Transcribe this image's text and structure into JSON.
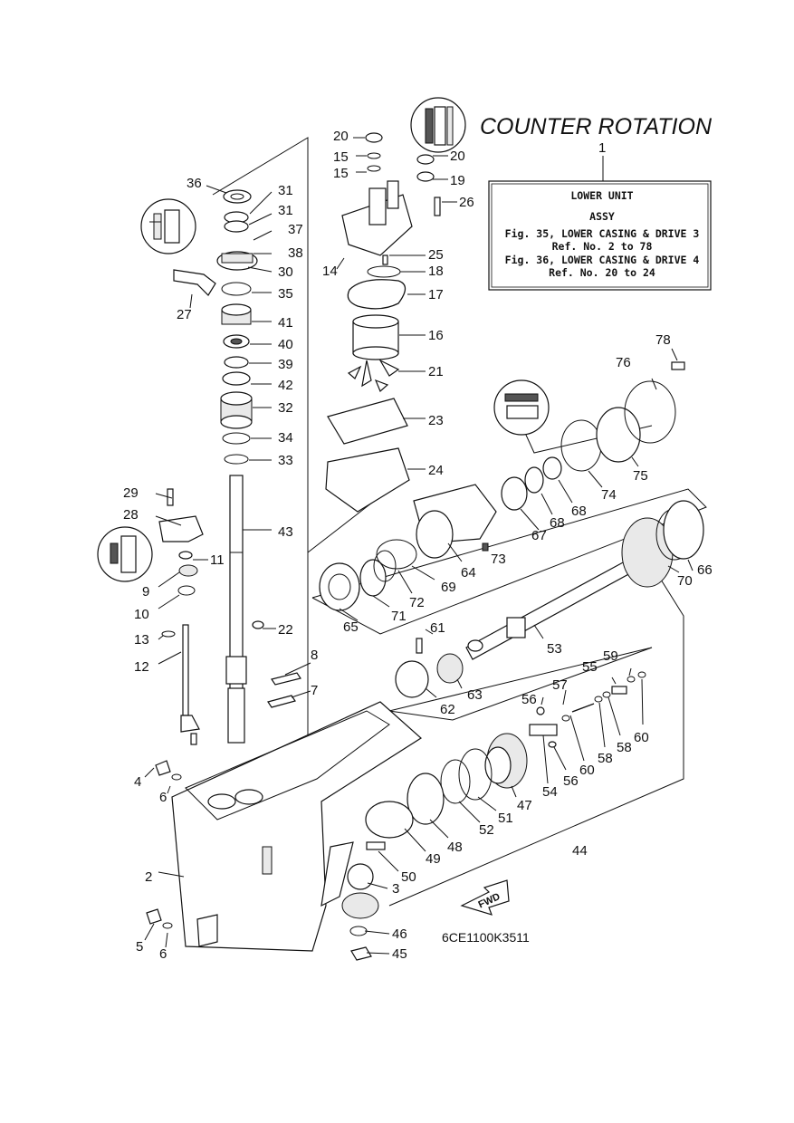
{
  "title": "COUNTER ROTATION",
  "assy_ref": "1",
  "info_box": {
    "line1": "LOWER UNIT",
    "line2": "ASSY",
    "line3": "Fig. 35, LOWER CASING & DRIVE 3",
    "line4": "Ref. No. 2 to 78",
    "line5": "Fig. 36, LOWER CASING & DRIVE 4",
    "line6": "Ref. No. 20 to 24"
  },
  "diagram_code": "6CE1100K3511",
  "direction_label": "FWD",
  "callouts": [
    "2",
    "3",
    "4",
    "5",
    "6",
    "6",
    "7",
    "8",
    "9",
    "10",
    "11",
    "12",
    "13",
    "14",
    "15",
    "15",
    "16",
    "17",
    "18",
    "19",
    "20",
    "20",
    "21",
    "22",
    "23",
    "24",
    "25",
    "26",
    "27",
    "28",
    "29",
    "30",
    "31",
    "31",
    "32",
    "33",
    "34",
    "35",
    "36",
    "37",
    "38",
    "39",
    "40",
    "41",
    "42",
    "43",
    "44",
    "45",
    "46",
    "47",
    "48",
    "49",
    "50",
    "51",
    "52",
    "53",
    "54",
    "55",
    "56",
    "56",
    "57",
    "58",
    "58",
    "59",
    "60",
    "60",
    "61",
    "62",
    "63",
    "64",
    "65",
    "66",
    "67",
    "68",
    "68",
    "69",
    "70",
    "71",
    "72",
    "73",
    "74",
    "75",
    "76",
    "78"
  ]
}
